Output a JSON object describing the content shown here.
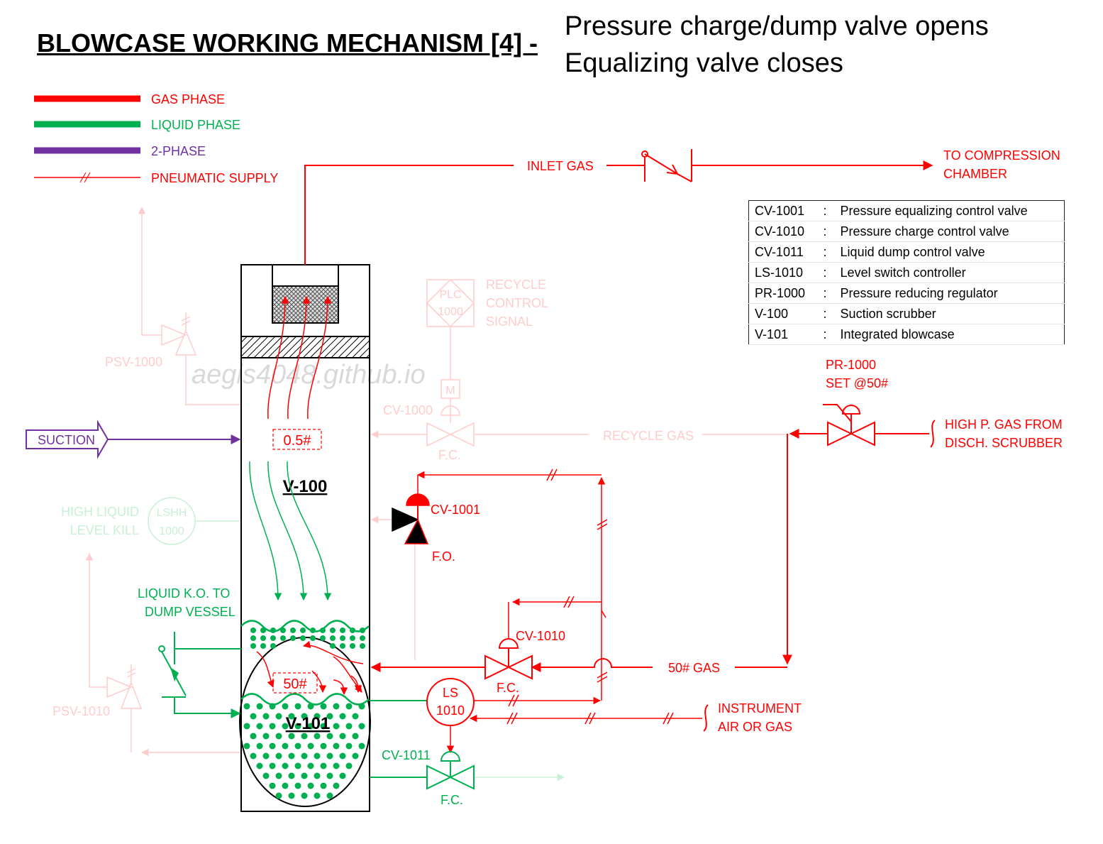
{
  "title": "BLOWCASE WORKING MECHANISM [4] -",
  "subtitle": [
    "Pressure charge/dump valve opens",
    "Equalizing valve closes"
  ],
  "legend": [
    {
      "label": "GAS PHASE",
      "color": "#ff0000"
    },
    {
      "label": "LIQUID PHASE",
      "color": "#00b050"
    },
    {
      "label": "2-PHASE",
      "color": "#7030a0"
    },
    {
      "label": "PNEUMATIC SUPPLY",
      "color": "#ff0000"
    }
  ],
  "equipment_table": [
    {
      "tag": "CV-1001",
      "sep": ":",
      "desc": "Pressure equalizing control valve"
    },
    {
      "tag": "CV-1010",
      "sep": ":",
      "desc": "Pressure charge control valve"
    },
    {
      "tag": "CV-1011",
      "sep": ":",
      "desc": "Liquid dump control valve"
    },
    {
      "tag": "LS-1010",
      "sep": ":",
      "desc": "Level switch controller"
    },
    {
      "tag": "PR-1000",
      "sep": ":",
      "desc": "Pressure reducing regulator"
    },
    {
      "tag": "V-100",
      "sep": ":",
      "desc": "Suction scrubber"
    },
    {
      "tag": "V-101",
      "sep": ":",
      "desc": "Integrated blowcase"
    }
  ],
  "labels": {
    "inlet_gas": "INLET GAS",
    "to_compression": [
      "TO COMPRESSION",
      "CHAMBER"
    ],
    "pr_tag": [
      "PR-1000",
      "SET @50#"
    ],
    "high_p_gas": [
      "HIGH P. GAS FROM",
      "DISCH. SCRUBBER"
    ],
    "suction": "SUCTION",
    "pressure_top": "0.5#",
    "v100": "V-100",
    "v101": "V-101",
    "pressure_bottom": "50#",
    "cv1001": "CV-1001",
    "fo": "F.O.",
    "cv1010": "CV-1010",
    "fc_cv1010": "F.C.",
    "gas_50": "50# GAS",
    "ls_tag": [
      "LS",
      "1010"
    ],
    "instrument_air": [
      "INSTRUMENT",
      "AIR OR GAS"
    ],
    "cv1011": "CV-1011",
    "fc_cv1011": "F.C.",
    "liquid_ko": [
      "LIQUID K.O. TO",
      "DUMP VESSEL"
    ],
    "recycle_signal": [
      "RECYCLE",
      "CONTROL",
      "SIGNAL"
    ],
    "plc_tag": [
      "PLC",
      "1000"
    ],
    "motor": "M",
    "cv1000": "CV-1000",
    "fc_cv1000": "F.C.",
    "recycle_gas": "RECYCLE GAS",
    "psv1000": "PSV-1000",
    "psv1010": "PSV-1010",
    "high_liquid": [
      "HIGH LIQUID",
      "LEVEL KILL"
    ],
    "lshh_tag": [
      "LSHH",
      "1000"
    ],
    "watermark": "aegis4048.github.io"
  },
  "colors": {
    "gas": "#ff0000",
    "liquid": "#00b050",
    "two_phase": "#7030a0",
    "faded_gas": "#ffcccc",
    "faded_liquid": "#c8f0d6",
    "watermark": "#d9d9d9"
  }
}
